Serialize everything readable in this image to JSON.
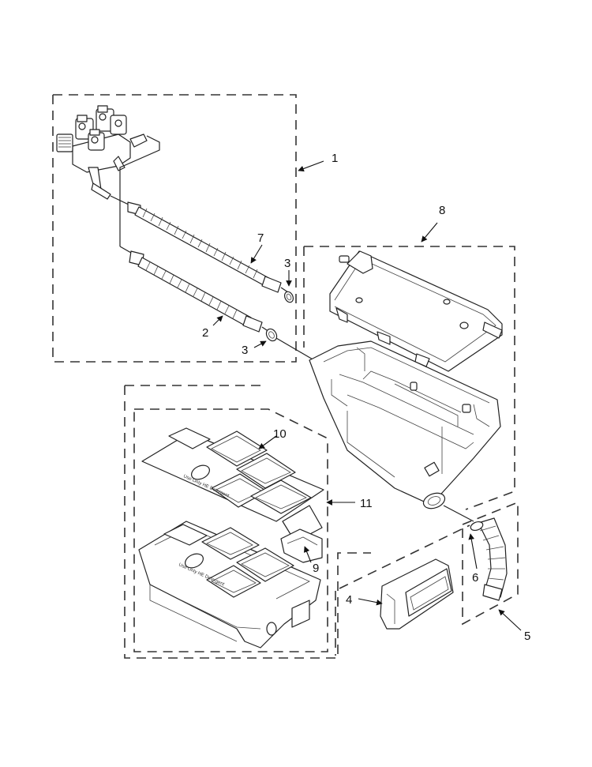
{
  "callouts": {
    "c1": "1",
    "c2": "2",
    "c3a": "3",
    "c3b": "3",
    "c4": "4",
    "c5": "5",
    "c6": "6",
    "c7": "7",
    "c8": "8",
    "c9": "9",
    "c10": "10",
    "c11": "11"
  },
  "labels": {
    "use_only_he_1": "Use Only HE Detergent",
    "use_only_he_2": "Use Only HE Detergent"
  }
}
